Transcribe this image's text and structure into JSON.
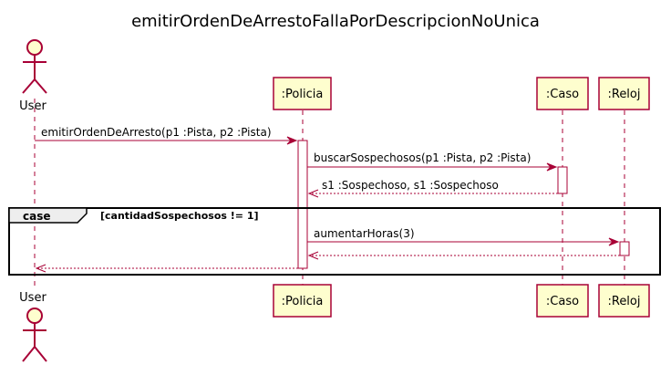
{
  "title": "emitirOrdenDeArrestoFallaPorDescripcionNoUnica",
  "participants": [
    {
      "id": "user",
      "label": "User",
      "kind": "actor"
    },
    {
      "id": "policia",
      "label": ":Policia",
      "kind": "participant"
    },
    {
      "id": "caso",
      "label": ":Caso",
      "kind": "participant"
    },
    {
      "id": "reloj",
      "label": ":Reloj",
      "kind": "participant"
    }
  ],
  "messages": [
    {
      "from": "user",
      "to": "policia",
      "label": "emitirOrdenDeArresto(p1 :Pista, p2 :Pista)",
      "style": "solid"
    },
    {
      "from": "policia",
      "to": "caso",
      "label": "buscarSospechosos(p1 :Pista, p2 :Pista)",
      "style": "solid"
    },
    {
      "from": "caso",
      "to": "policia",
      "label": "s1 :Sospechoso, s1 :Sospechoso",
      "style": "dashed"
    },
    {
      "from": "policia",
      "to": "reloj",
      "label": "aumentarHoras(3)",
      "style": "solid"
    },
    {
      "from": "reloj",
      "to": "policia",
      "label": "",
      "style": "dashed"
    },
    {
      "from": "policia",
      "to": "user",
      "label": "",
      "style": "dashed"
    }
  ],
  "fragment": {
    "keyword": "case",
    "guard": "[cantidadSospechosos != 1]"
  },
  "colors": {
    "line": "#A80036",
    "box_fill": "#FEFECE"
  }
}
